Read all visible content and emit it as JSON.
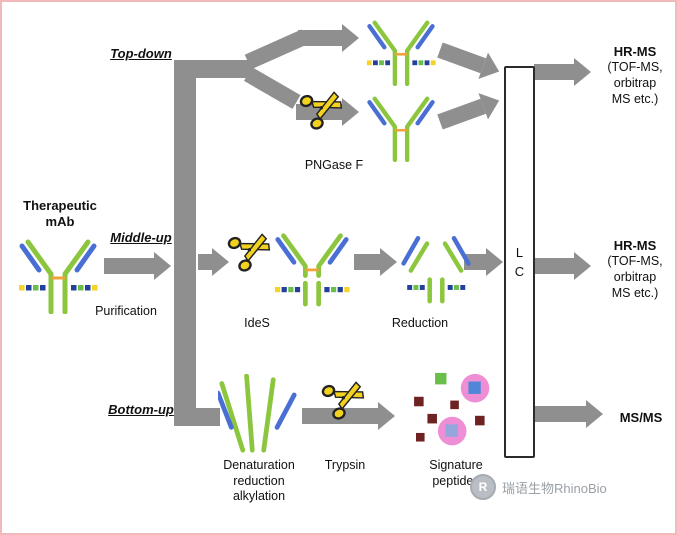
{
  "labels": {
    "therapeutic_mab": "Therapeutic\nmAb",
    "purification": "Purification",
    "top_down": "Top-down",
    "middle_up": "Middle-up",
    "bottom_up": "Bottom-up",
    "pngase_f": "PNGase F",
    "ides": "IdeS",
    "reduction": "Reduction",
    "denaturation": "Denaturation\nreduction\nalkylation",
    "trypsin": "Trypsin",
    "signature_peptides": "Signature\npeptides",
    "lc": "L\nC"
  },
  "outputs": {
    "top": {
      "title": "HR-MS",
      "detail": "(TOF-MS,\norbitrap\nMS etc.)"
    },
    "middle": {
      "title": "HR-MS",
      "detail": "(TOF-MS,\norbitrap\nMS etc.)"
    },
    "bottom": {
      "title": "MS/MS"
    }
  },
  "watermark": {
    "text": "瑞语生物RhinoBio",
    "logo_glyph": "R"
  },
  "icons": {
    "scissors": "enzyme-cleavage-scissors",
    "antibody": "igg-antibody-cartoon",
    "lc_column": "liquid-chromatography-column"
  },
  "colors": {
    "arrow_gray": "#8f8f8f",
    "antibody_green": "#8CC63E",
    "antibody_blue": "#4a6fd4",
    "hinge_orange": "#f0a23c",
    "scissors_yellow": "#f2d21f",
    "peptide_pink": "#ee8fd6",
    "peptide_maroon": "#6e2222",
    "peptide_green": "#6abf4b",
    "peptide_blue": "#4f86d6",
    "border_pink": "#f3b9ba"
  }
}
